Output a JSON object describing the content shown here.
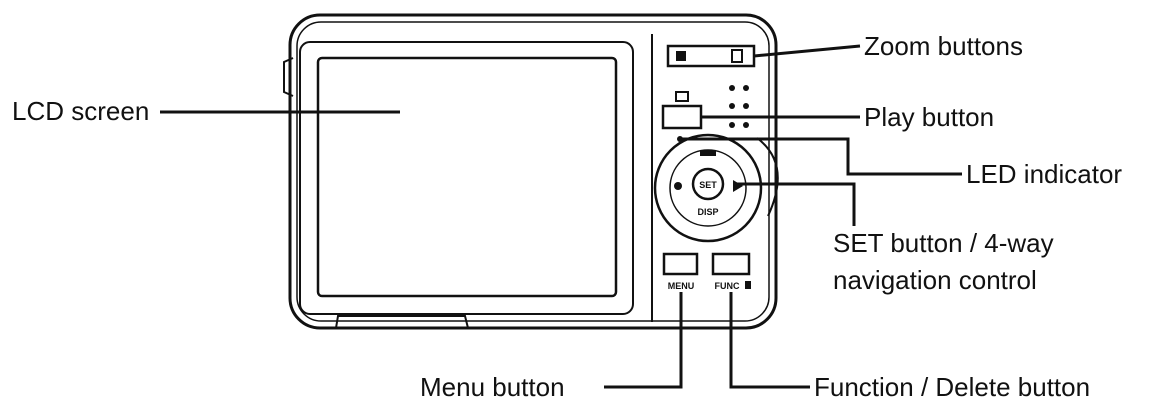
{
  "callouts": {
    "lcd_screen": "LCD screen",
    "zoom_buttons": "Zoom buttons",
    "play_button": "Play button",
    "led_indicator": "LED indicator",
    "set_button_line1": "SET button / 4-way",
    "set_button_line2": "navigation control",
    "menu_button": "Menu button",
    "function_delete_button": "Function / Delete button"
  },
  "camera_markings": {
    "set": "SET",
    "disp": "DISP",
    "menu": "MENU",
    "func": "FUNC"
  },
  "colors": {
    "ink": "#111111",
    "background": "#ffffff"
  }
}
